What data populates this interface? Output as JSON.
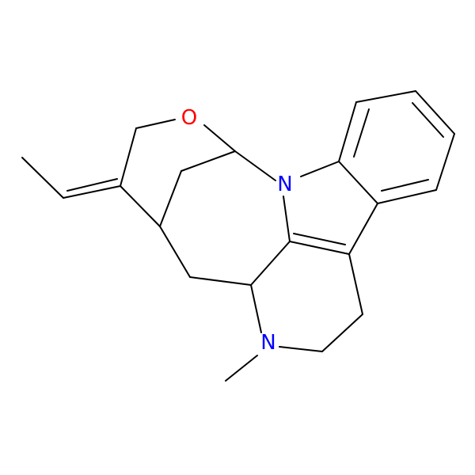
{
  "molecule": {
    "atoms": {
      "oxygen": {
        "symbol": "O",
        "color": "#ff0000"
      },
      "nitrogen_indole": {
        "symbol": "N",
        "color": "#0000ff"
      },
      "nitrogen_amine": {
        "symbol": "N",
        "color": "#0000ff"
      }
    },
    "bond_color": "#000000",
    "background": "#ffffff"
  }
}
